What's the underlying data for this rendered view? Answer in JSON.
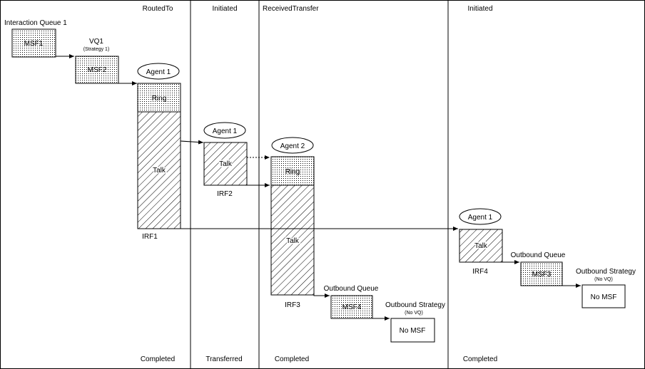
{
  "columns": {
    "col1": {
      "top": "RoutedTo",
      "bottom": "Completed"
    },
    "col2": {
      "top": "Initiated",
      "bottom": "Transferred"
    },
    "col3": {
      "top": "ReceivedTransfer",
      "bottom": "Completed"
    },
    "col4": {
      "top": "Initiated",
      "bottom": "Completed"
    }
  },
  "queues": {
    "iq1": "Interaction Queue 1",
    "vq1": "VQ1",
    "vq1_sub": "(Strategy 1)",
    "oq1": "Outbound Queue",
    "os1": "Outbound Strategy",
    "os1_sub": "(No VQ)",
    "oq2": "Outbound Queue",
    "os2": "Outbound Strategy",
    "os2_sub": "(No VQ)"
  },
  "boxes": {
    "msf1": "MSF1",
    "msf2": "MSF2",
    "msf4": "MSF4",
    "msf3": "MSF3",
    "ring1": "Ring",
    "talk1": "Talk",
    "talk2": "Talk",
    "ring2": "Ring",
    "talk3": "Talk",
    "talk4": "Talk",
    "nomsf1": "No MSF",
    "nomsf2": "No MSF"
  },
  "agents": {
    "a1": "Agent 1",
    "a2": "Agent 1",
    "a3": "Agent 2",
    "a4": "Agent 1"
  },
  "irf": {
    "irf1": "IRF1",
    "irf2": "IRF2",
    "irf3": "IRF3",
    "irf4": "IRF4"
  }
}
